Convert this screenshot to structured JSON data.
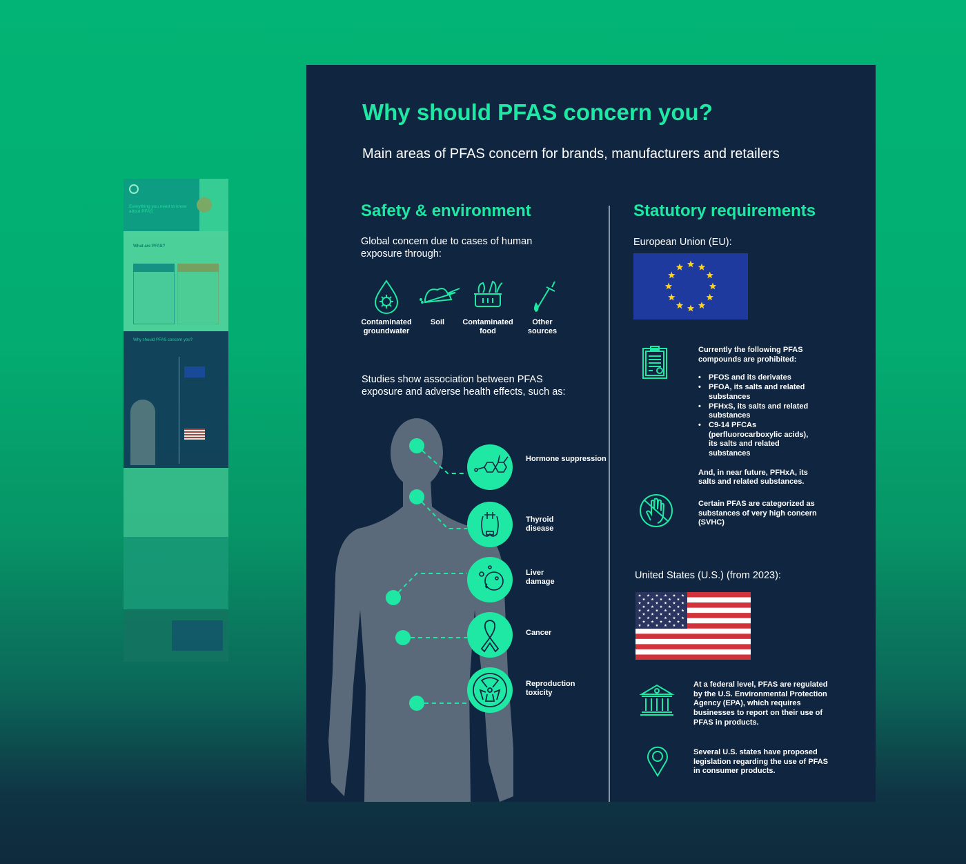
{
  "thumbnail": {
    "cover_title": "Everything you need to know about PFAS",
    "section_1": "What are PFAS?",
    "section_2": "Why should PFAS concern you?"
  },
  "infographic": {
    "title": "Why should PFAS concern you?",
    "subtitle": "Main areas of PFAS concern for brands, manufacturers and retailers",
    "accent_color": "#1ee8a3",
    "background_color": "#0f2540",
    "safety": {
      "heading": "Safety & environment",
      "intro": "Global concern due to cases of human exposure through:",
      "sources": [
        {
          "icon": "water-drop-virus-icon",
          "label": "Contaminated groundwater"
        },
        {
          "icon": "soil-shovel-icon",
          "label": "Soil"
        },
        {
          "icon": "food-basket-icon",
          "label": "Contaminated food"
        },
        {
          "icon": "dropper-icon",
          "label": "Other sources"
        }
      ],
      "studies": "Studies show association between PFAS exposure and adverse health effects, such as:",
      "effects": [
        {
          "icon": "molecule-icon",
          "label": "Hormone suppression"
        },
        {
          "icon": "thyroid-icon",
          "label": "Thyroid disease"
        },
        {
          "icon": "cells-icon",
          "label": "Liver damage"
        },
        {
          "icon": "ribbon-icon",
          "label": "Cancer"
        },
        {
          "icon": "radiation-icon",
          "label": "Reproduction toxicity"
        }
      ]
    },
    "statutory": {
      "heading": "Statutory requirements",
      "eu_label": "European Union (EU):",
      "eu_prohibited_intro": "Currently the following PFAS compounds are prohibited:",
      "eu_prohibited": [
        "PFOS and its derivates",
        "PFOA, its salts and related substances",
        "PFHxS, its salts and related substances",
        "C9-14 PFCAs (perfluorocarboxylic acids), its salts and related substances"
      ],
      "eu_future": "And, in near future, PFHxA, its salts and related substances.",
      "eu_svhc": "Certain PFAS are categorized as substances of very high concern (SVHC)",
      "us_label": "United States (U.S.) (from 2023):",
      "us_federal": "At a federal level, PFAS are regulated by the U.S. Environmental Protection Agency (EPA), which requires businesses to report on their use of PFAS in products.",
      "us_states": "Several U.S. states have proposed legislation regarding the use of PFAS in consumer products."
    }
  }
}
